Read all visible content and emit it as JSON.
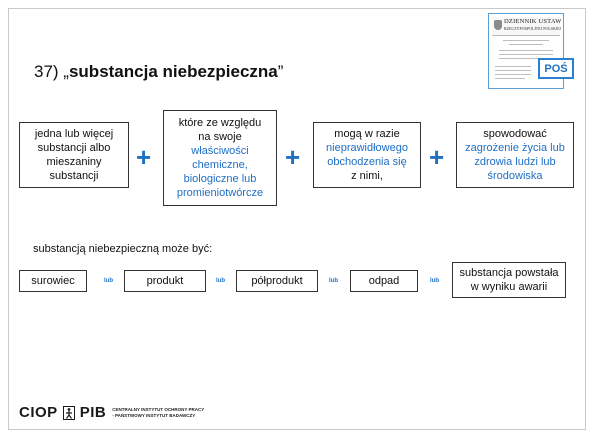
{
  "title": {
    "number": "37) „",
    "term": "substancja niebezpieczna",
    "close": "”"
  },
  "gazette": {
    "heading": "DZIENNIK USTAW",
    "subheading": "RZECZYPOSPOLITEJ POLSKIEJ",
    "badge": "POŚ"
  },
  "definition": {
    "box1": [
      "jedna lub więcej",
      "substancji albo",
      "mieszaniny",
      "substancji"
    ],
    "box2_black": [
      "które ze względu",
      "na swoje"
    ],
    "box2_blue": [
      "właściwości",
      "chemiczne,",
      "biologiczne lub",
      "promieniotwórcze"
    ],
    "box3_black_top": [
      "mogą w razie"
    ],
    "box3_blue": [
      "nieprawidłowego",
      "obchodzenia się"
    ],
    "box3_black_bottom": [
      "z nimi,"
    ],
    "box4_black": [
      "spowodować"
    ],
    "box4_blue": [
      "zagrożenie życia lub",
      "zdrowia ludzi lub",
      "środowiska"
    ],
    "plus": "+"
  },
  "forms": {
    "label": "substancją niebezpieczną może być:",
    "items": [
      "surowiec",
      "produkt",
      "półprodukt",
      "odpad"
    ],
    "last_line1": "substancja powstała",
    "last_line2": "w wyniku awarii",
    "connector": "lub"
  },
  "footer": {
    "brand_left": "CIOP",
    "brand_right": "PIB",
    "tagline_1": "CENTRALNY INSTYTUT OCHRONY PRACY",
    "tagline_2": "- PAŃSTWOWY INSTYTUT BADAWCZY"
  },
  "colors": {
    "accent": "#1f6fc5",
    "text": "#111111",
    "border": "#333333"
  }
}
